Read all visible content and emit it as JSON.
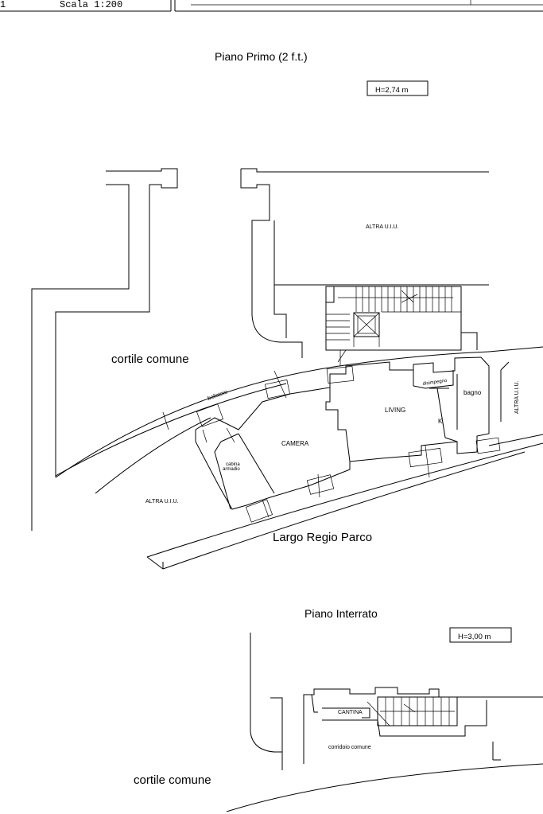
{
  "header": {
    "cell_left": "1",
    "scale": "Scala 1:200"
  },
  "floors": [
    {
      "title": "Piano Primo (2 f.t.)",
      "height": "H=2,74 m"
    },
    {
      "title": "Piano Interrato",
      "height": "H=3,00 m"
    }
  ],
  "first_floor_labels": {
    "altra_uiu_top": "ALTRA U.I.U.",
    "cortile": "cortile comune",
    "ballatoio": "ballatoio",
    "disimpegno": "disimpegno",
    "bagno": "bagno",
    "altra_uiu_right": "ALTRA U.I.U.",
    "living": "LIVING",
    "k": "K",
    "camera": "CAMERA",
    "cabina_1": "cabina",
    "cabina_2": "armadio",
    "altra_uiu_left": "ALTRA U.I.U.",
    "street": "Largo Regio Parco"
  },
  "basement_labels": {
    "cantina": "CANTINA",
    "corridoio": "corridoio comune",
    "cortile": "cortile comune"
  }
}
